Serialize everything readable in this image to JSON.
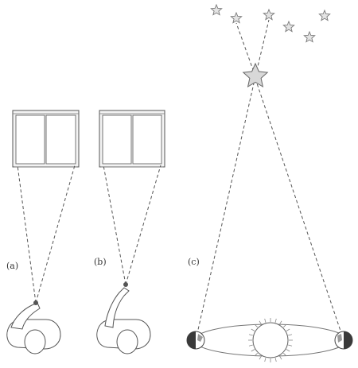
{
  "labels": {
    "panel_a": "(a)",
    "panel_b": "(b)",
    "panel_c": "(c)"
  }
}
